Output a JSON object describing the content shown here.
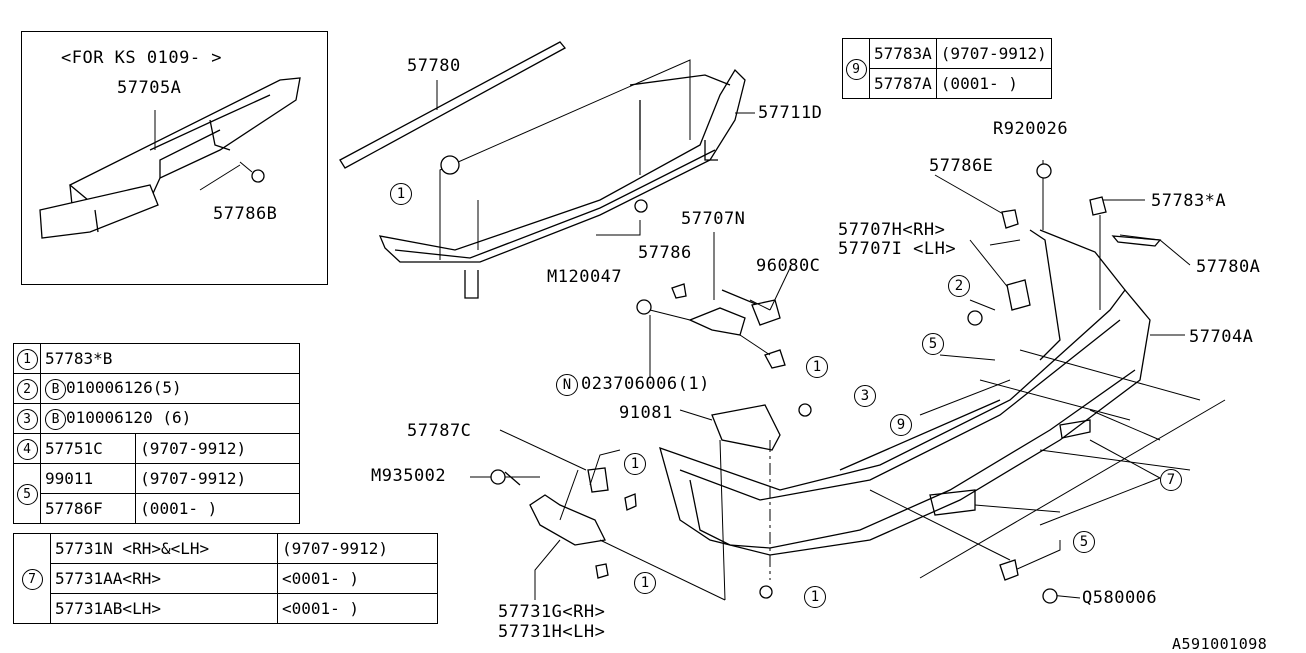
{
  "inset": {
    "note": "<FOR KS 0109-       >",
    "part_a": "57705A",
    "part_b": "57786B"
  },
  "labels": {
    "p57780": "57780",
    "p57711D": "57711D",
    "p57707N": "57707N",
    "p57786": "57786",
    "p96080C": "96080C",
    "pM120047": "M120047",
    "pN023706006": "023706006(1)",
    "p91081": "91081",
    "p57787C": "57787C",
    "pM935002": "M935002",
    "p57731G": "57731G<RH>",
    "p57731H": "57731H<LH>",
    "pR920026": "R920026",
    "p57786E": "57786E",
    "p57707H": "57707H<RH>",
    "p57707I": "57707I <LH>",
    "p57783A": "57783*A",
    "p57780A": "57780A",
    "p57704A": "57704A",
    "pQ580006": "Q580006",
    "figure_code": "A591001098"
  },
  "callouts": {
    "c1": "1",
    "c2": "2",
    "c3": "3",
    "c5": "5",
    "c7": "7",
    "c9": "9",
    "N": "N"
  },
  "top_table": {
    "key": "9",
    "rows": [
      {
        "part": "57783A",
        "range": "(9707-9912)"
      },
      {
        "part": "57787A",
        "range": "(0001-      )"
      }
    ]
  },
  "legend_main": {
    "rows": [
      {
        "key": "1",
        "part": "57783*B",
        "range": ""
      },
      {
        "key": "2",
        "prefix": "B",
        "part": "010006126(5)",
        "range": ""
      },
      {
        "key": "3",
        "prefix": "B",
        "part": "010006120 (6)",
        "range": ""
      },
      {
        "key": "4",
        "part": "57751C",
        "range": "(9707-9912)"
      },
      {
        "key": "5",
        "part": "99011",
        "range": "(9707-9912)"
      },
      {
        "key": "",
        "part": "57786F",
        "range": "(0001-      )"
      }
    ]
  },
  "legend_7": {
    "key": "7",
    "rows": [
      {
        "part": "57731N  <RH>&<LH>",
        "range": "(9707-9912)"
      },
      {
        "part": "57731AA<RH>",
        "range": "<0001-      )"
      },
      {
        "part": "57731AB<LH>",
        "range": "<0001-      )"
      }
    ]
  }
}
